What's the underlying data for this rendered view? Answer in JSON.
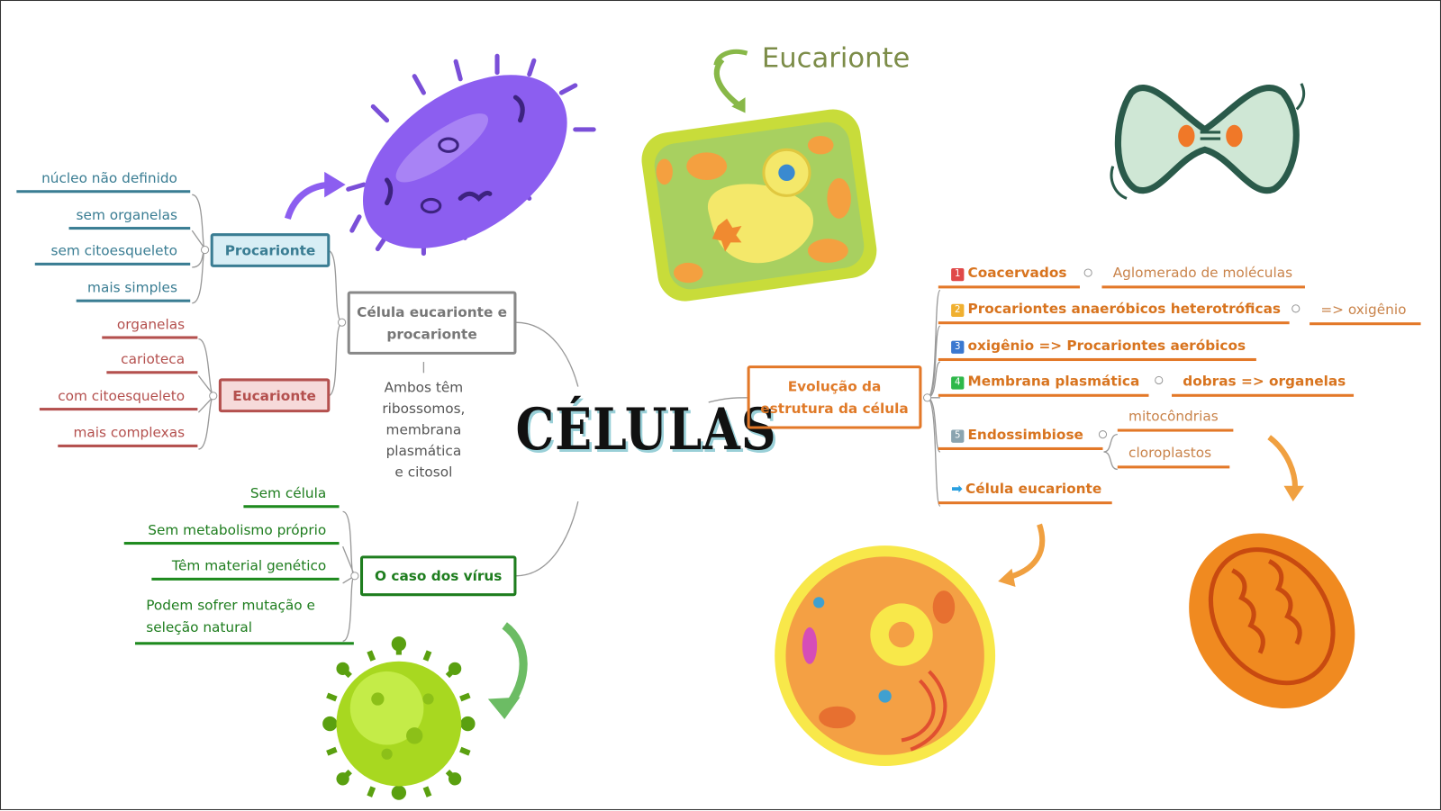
{
  "title": "CÉLULAS",
  "eucarionte_label": "Eucarionte",
  "left_branch": {
    "node": "Célula eucarionte e procarionte",
    "note": [
      "Ambos têm",
      "ribossomos,",
      "membrana",
      "plasmática",
      "e citosol"
    ],
    "procarionte": {
      "label": "Procarionte",
      "items": [
        "núcleo não definido",
        "sem organelas",
        "sem citoesqueleto",
        "mais simples"
      ]
    },
    "eucarionte": {
      "label": "Eucarionte",
      "items": [
        "organelas",
        "carioteca",
        "com citoesqueleto",
        "mais complexas"
      ]
    }
  },
  "virus_branch": {
    "label": "O caso dos vírus",
    "items": [
      "Sem célula",
      "Sem metabolismo próprio",
      "Têm material genético",
      "Podem sofrer mutação e",
      "seleção natural"
    ]
  },
  "evolution_branch": {
    "label": [
      "Evolução da",
      "estrutura da célula"
    ],
    "steps": [
      {
        "num": "1",
        "label": "Coacervados",
        "detail": "Aglomerado de moléculas",
        "color": "#e04848"
      },
      {
        "num": "2",
        "label": "Procariontes anaeróbicos heterotróficas",
        "detail": "=> oxigênio",
        "color": "#f0b030"
      },
      {
        "num": "3",
        "label": "oxigênio => Procariontes aeróbicos",
        "color": "#3a78d0"
      },
      {
        "num": "4",
        "label": "Membrana plasmática",
        "detail": "dobras => organelas",
        "color": "#2eb84a"
      },
      {
        "num": "5",
        "label": "Endossimbiose",
        "details": [
          "mitocôndrias",
          "cloroplastos"
        ],
        "color": "#8aa4b0"
      },
      {
        "num": "➡",
        "label": "Célula eucarionte",
        "color": "#2aa0e0"
      }
    ]
  }
}
